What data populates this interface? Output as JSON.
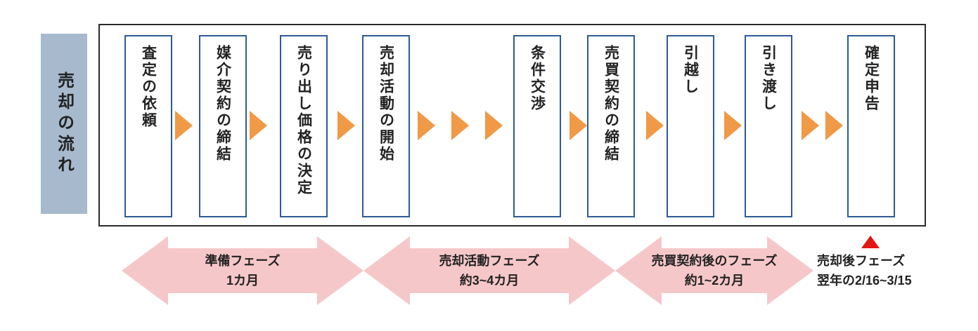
{
  "sidebar": {
    "title": "売却の流れ",
    "background": "#a7b9cd"
  },
  "flow": {
    "frame_border_color": "#2b2b2b",
    "box_border_color": "#2e5b94",
    "connector_arrow_color": "#f09946",
    "steps": [
      {
        "label": "査定の依頼"
      },
      {
        "label": "媒介契約の締結"
      },
      {
        "label": "売り出し価格の決定"
      },
      {
        "label": "売却活動の開始"
      },
      {
        "label": "条件交渉"
      },
      {
        "label": "売買契約の締結"
      },
      {
        "label": "引越し"
      },
      {
        "label": "引き渡し"
      },
      {
        "label": "確定申告"
      }
    ],
    "arrow_counts_between_steps": [
      1,
      1,
      1,
      3,
      1,
      1,
      1,
      2
    ]
  },
  "phases": [
    {
      "name": "準備フェーズ",
      "duration": "1カ月"
    },
    {
      "name": "売却活動フェーズ",
      "duration": "約3~4カ月"
    },
    {
      "name": "売買契約後のフェーズ",
      "duration": "約1~2カ月"
    }
  ],
  "post_sale_phase": {
    "name": "売却後フェーズ",
    "period": "翌年の2/16~3/15",
    "marker_color": "#e21613"
  },
  "colors": {
    "phase_arrow": "#f6c7c9",
    "text": "#222222"
  }
}
